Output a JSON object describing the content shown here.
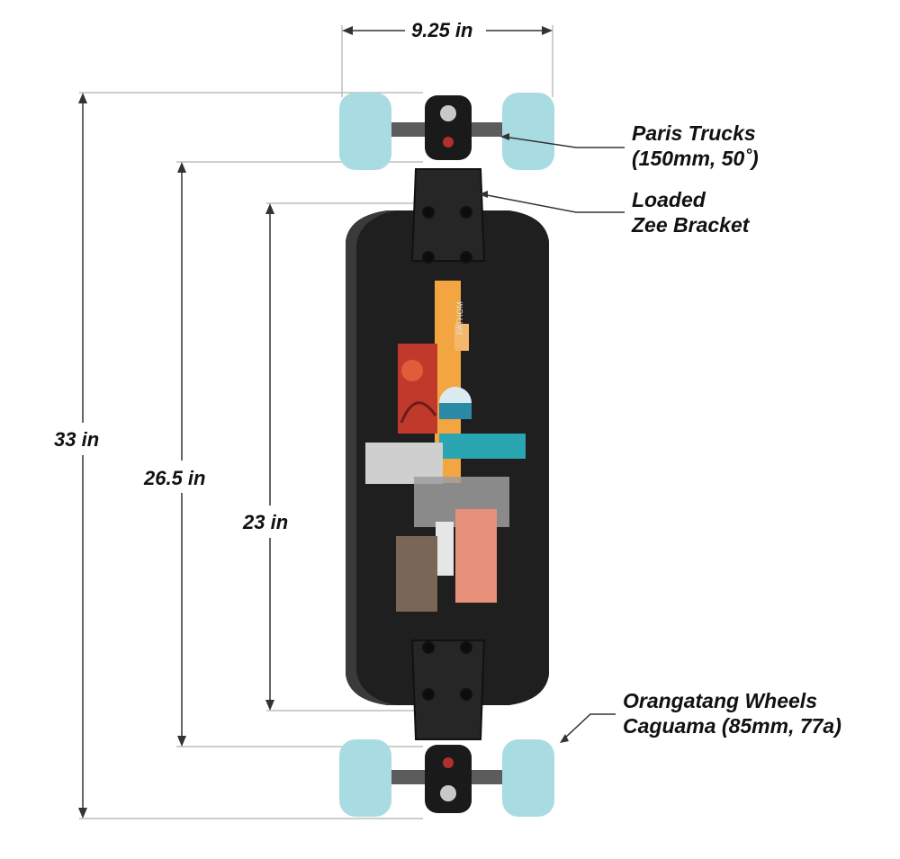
{
  "dimensions": {
    "width": "9.25 in",
    "overall_length": "33 in",
    "wheelbase_outer": "26.5 in",
    "wheelbase_inner": "23 in"
  },
  "callouts": {
    "trucks": {
      "line1": "Paris Trucks",
      "line2": "(150mm, 50˚)"
    },
    "bracket": {
      "line1": "Loaded",
      "line2": "Zee Bracket"
    },
    "wheels": {
      "line1": "Orangatang Wheels",
      "line2": "Caguama (85mm, 77a)"
    }
  },
  "graphic": {
    "brand_text": "FATHOM"
  },
  "colors": {
    "deck": "#1f1f1f",
    "wheel": "#a9dbe3",
    "dimension_line": "#bdbdbd",
    "callout_line": "#333333",
    "accent_orange": "#f2a541",
    "accent_red": "#c0392b",
    "accent_teal": "#2aa6b3"
  }
}
